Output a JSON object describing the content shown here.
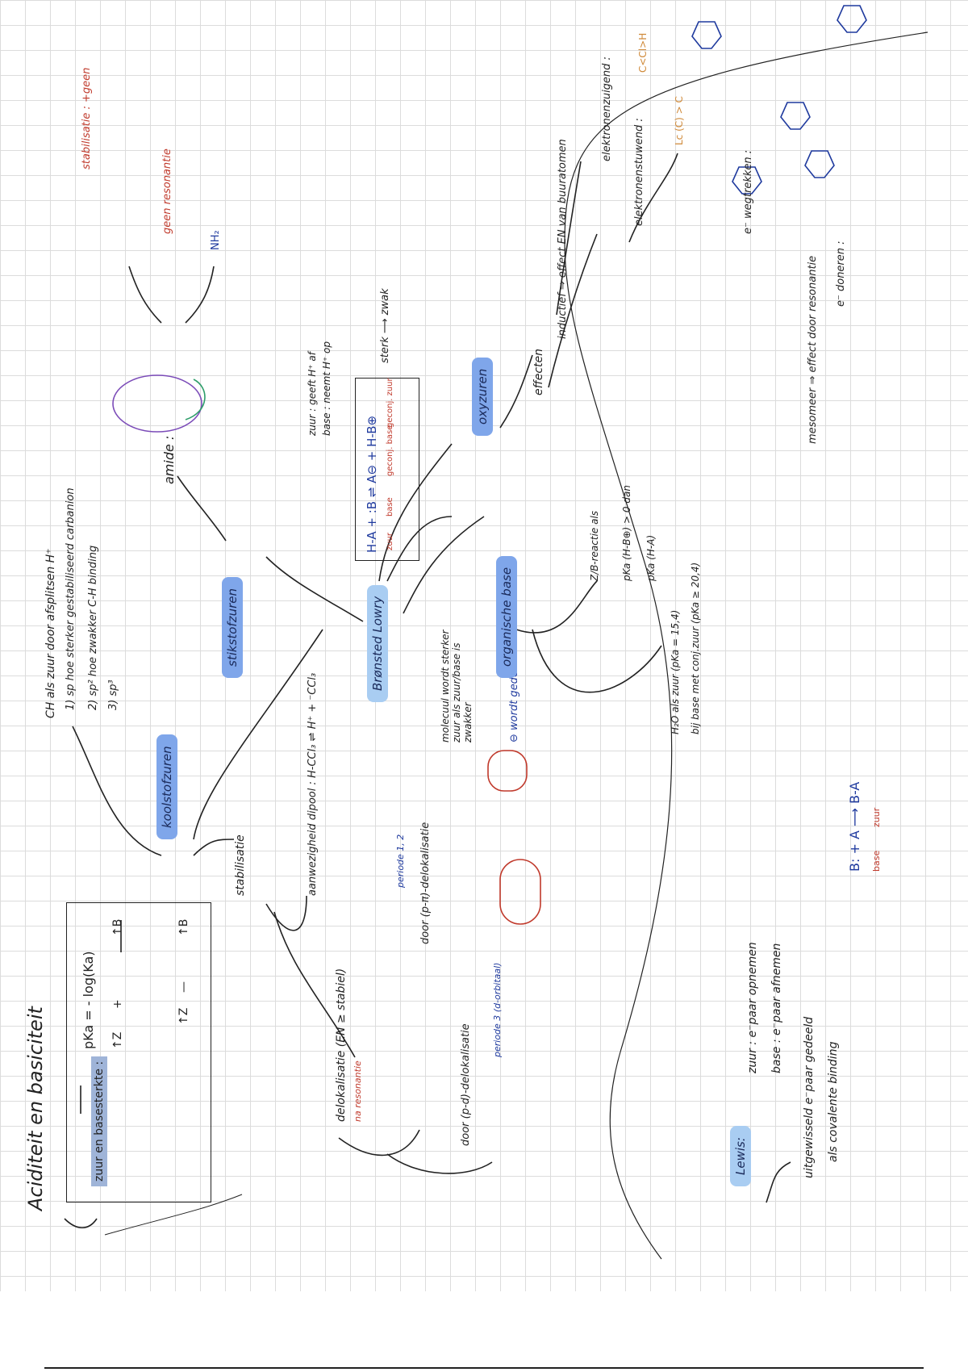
{
  "title": "Aciditeit en basiciteit",
  "pka_box": {
    "formula": "pKa = - log(Ka)",
    "label": "zuur en basesterkte :",
    "top_left": "↑Z",
    "top_mid": "+",
    "top_right": "↑B",
    "bottom_left": "↑Z",
    "bottom_mid": "—",
    "bottom_right": "↑B"
  },
  "nodes": {
    "koolstofzuren": "koolstofzuren",
    "stikstofzuren": "stikstofzuren",
    "bronsted": "Brønsted Lowry",
    "oxyzuren": "oxyzuren",
    "organische_base": "organische base",
    "lewis": "Lewis:"
  },
  "koolstof": {
    "ch_acid": "CH als zuur door afsplitsen H⁺",
    "line1": "1) sp   hoe sterker gestabiliseerd carbanion",
    "line2": "2) sp²   hoe zwakker C-H binding",
    "line3": "3) sp³",
    "stabilisatie": "stabilisatie",
    "aanwezigheid": "aanwezigheid dipool :  H-CCl₃ ⇌ H⁺ + ⁻CCl₃",
    "delokalisatie": "delokalisatie (EN ≥ stabiel)",
    "delok_sub": "na resonantie",
    "pi_delok": "door (p-π)-delokalisatie",
    "periode12": "periode 1, 2",
    "pd_delok": "door (p-d)-delokalisatie",
    "periode3": "periode 3 (d-orbitaal)",
    "molecuul": "molecuul wordt sterker zuur als zuur/base is zwakker",
    "ontlading": "⊖ wordt gedeeld"
  },
  "stikstof": {
    "amide": "amide :",
    "stabilisatie": "stabilisatie : +geen",
    "geen_resonantie": "geen resonantie",
    "nh2": "NH₂"
  },
  "bronsted_box": {
    "reaction": "H-A + :B ⇌ A⊖ + H-B⊕",
    "zuur": "zuur",
    "base": "base",
    "geconj_base": "geconj. base",
    "geconj_zuur": "geconj. zuur",
    "def_zuur": "zuur : geeft H⁺ af",
    "def_base": "base : neemt H⁺ op",
    "sterk_zwak": "sterk ⟶ zwak"
  },
  "oxy": {
    "effecten": "effecten",
    "inductief": "inductief ⇒ effect EN van buuratomen",
    "zuigend": "elektronenzuigend :",
    "stuwend": "elektronenstuwend :",
    "order1": "C<Cl>H",
    "order2": "Lc (C) > C",
    "mesomeer": "mesomeer ⇒ effect door resonantie",
    "wegtrekken": "e⁻ wegtrekken :",
    "doneren": "e⁻ doneren :"
  },
  "organisch": {
    "zb_reactie": "Z/B-reactie als",
    "pka_line": "pKa (H-B⊕) > 0 dan",
    "pka_line2": "pKa (H-A)",
    "h2o_line": "H₂O als zuur (pKa = 15,4)",
    "h2o_line2": "bij base met conj.zuur (pKa ≥ 20,4)"
  },
  "lewis": {
    "zuur": "zuur : e⁻paar opnemen",
    "base": "base : e⁻paar afnemen",
    "uitgewisseld": "uitgewisseld e⁻paar gedeeld",
    "covalent": "als covalente binding",
    "reaction": "B: + A ⟶ B-A",
    "base_lbl": "base",
    "zuur_lbl": "zuur"
  }
}
